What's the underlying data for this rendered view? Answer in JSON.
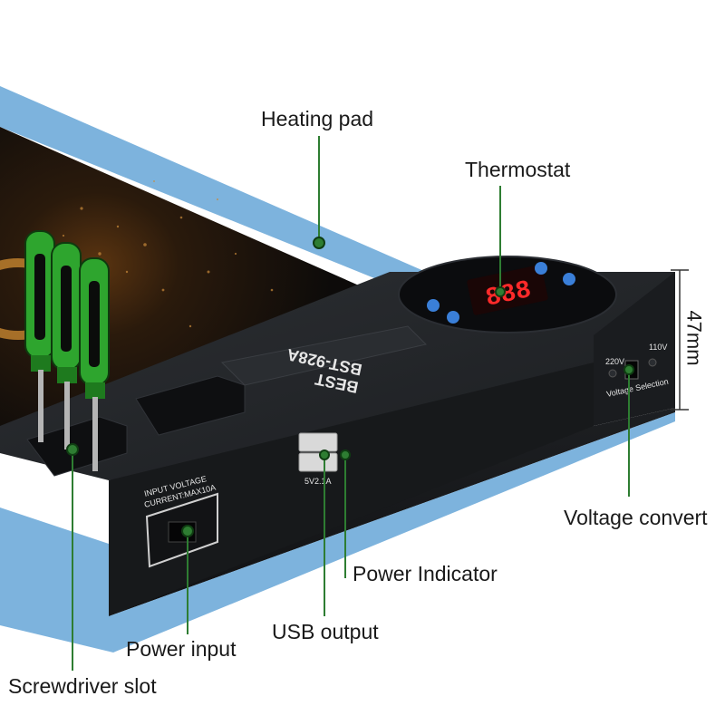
{
  "labels": {
    "heating_pad": "Heating pad",
    "thermostat": "Thermostat",
    "dimension": "47mm",
    "voltage_converter": "Voltage convert",
    "power_indicator": "Power Indicator",
    "usb_output": "USB output",
    "power_input": "Power input",
    "screwdriver_slot": "Screwdriver slot"
  },
  "device": {
    "brand": "BEST",
    "model": "BST-928A",
    "input_voltage": "INPUT VOLTAGE",
    "current": "CURRENT:MAX10A",
    "usb_rating": "5V2.1A",
    "v220": "220V",
    "v110": "110V",
    "voltage_selection": "Voltage Selection",
    "display_reading": "888"
  },
  "colors": {
    "callout": "#2e7d32",
    "pad_frame": "#6fa8d6",
    "body": "#17191b",
    "screwdriver": "#2ea52e",
    "display": "#e02020"
  }
}
